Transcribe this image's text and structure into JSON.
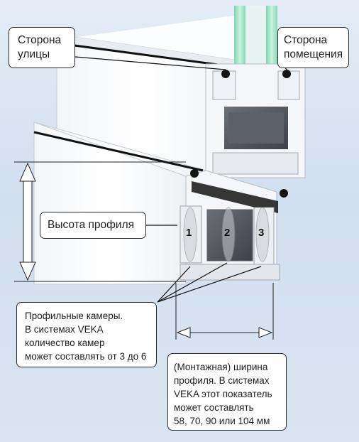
{
  "labels": {
    "street_side": [
      "Сторона",
      "улицы"
    ],
    "room_side": [
      "Сторона",
      "помещения"
    ],
    "profile_height": "Высота профиля",
    "chambers": [
      "Профильные камеры.",
      "В системах VEKA",
      "количество камер",
      "может составлять от 3 до 6"
    ],
    "mounting_width": [
      "(Монтажная) ширина",
      "профиля. В системах",
      "VEKA  этот показатель",
      "может составлять",
      "58, 70, 90 или 104 мм"
    ]
  },
  "chamber_numbers": [
    "1",
    "2",
    "3"
  ],
  "colors": {
    "background": "#dae5f1",
    "profile_white": "#ffffff",
    "profile_shade": "#d9dde3",
    "glass": "#9fe3c4",
    "gasket": "#141414",
    "spacer": "#b8875a",
    "callout_border": "#2b2b2b"
  }
}
